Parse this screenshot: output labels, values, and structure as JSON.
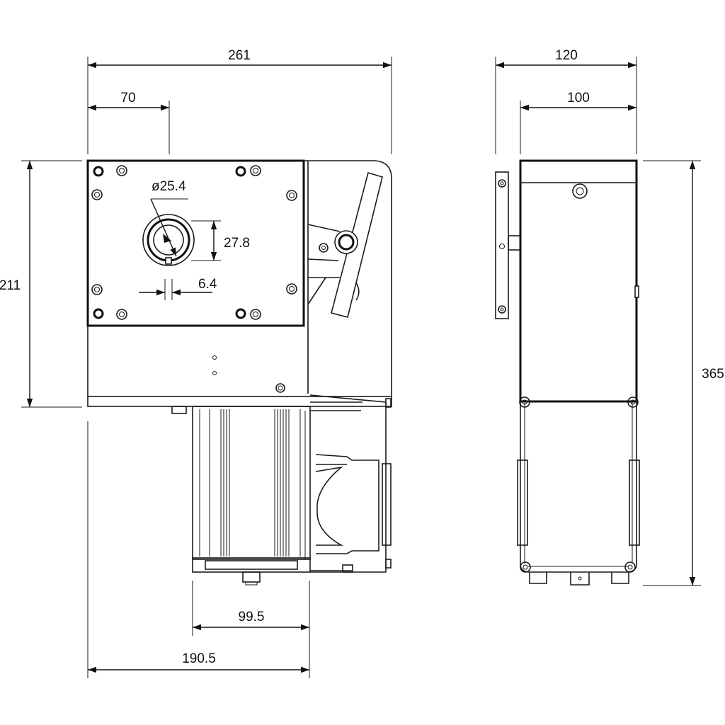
{
  "colors": {
    "line": "#1a1a1a",
    "background": "#ffffff"
  },
  "dimensions": {
    "overall_width": "261",
    "offset_70": "70",
    "shaft_diameter": "ø25.4",
    "key_height": "27.8",
    "key_width": "6.4",
    "height_211": "211",
    "base_99_5": "99.5",
    "base_190_5": "190.5",
    "side_width_120": "120",
    "side_width_100": "100",
    "overall_height_365": "365"
  }
}
